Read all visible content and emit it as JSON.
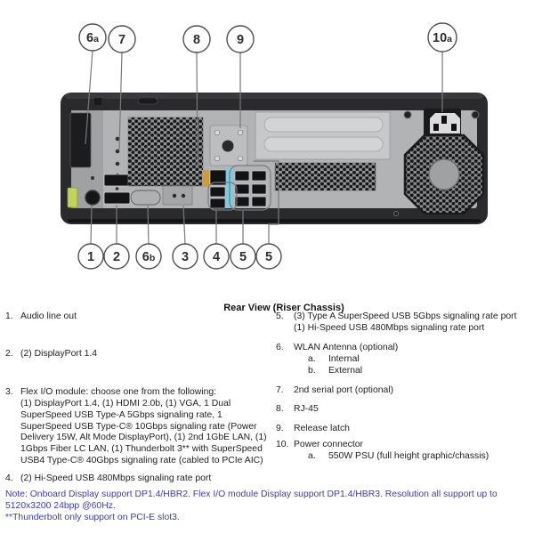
{
  "figure": {
    "description": "rear-chassis-photo",
    "colors": {
      "chassis_dark": "#2a2a2c",
      "panel_gray": "#b1b3b5",
      "usb_blue": "#79cde4",
      "serial_orange": "#d09a40",
      "audio_green": "#c3d25e",
      "note_blue": "#3b3cbe"
    },
    "callouts": [
      {
        "num": "6",
        "suffix": "a"
      },
      {
        "num": "7"
      },
      {
        "num": "8"
      },
      {
        "num": "9"
      },
      {
        "num": "10",
        "suffix": "a"
      },
      {
        "num": "1"
      },
      {
        "num": "2"
      },
      {
        "num": "6",
        "suffix": "b"
      },
      {
        "num": "3"
      },
      {
        "num": "4"
      },
      {
        "num": "5"
      },
      {
        "num": "5"
      }
    ]
  },
  "legend": {
    "title": "Rear View (Riser Chassis)",
    "left_items": [
      {
        "num": "1.",
        "text": "Audio line out"
      },
      {
        "num": "2.",
        "text": "(2) DisplayPort 1.4"
      },
      {
        "num": "3.",
        "text": "Flex I/O module: choose one from the following:\n(1) DisplayPort 1.4, (1) HDMI 2.0b, (1) VGA, 1 Dual\nSuperSpeed USB Type-A 5Gbps signaling rate, 1\nSuperSpeed USB Type-C® 10Gbps signaling rate (Power\nDelivery 15W, Alt Mode DisplayPort), (1) 2nd 1GbE LAN, (1)\n1Gbps Fiber LC LAN, (1) Thunderbolt 3** with SuperSpeed\nUSB4 Type-C® 40Gbps signaling rate (cabled to PCIe AIC)"
      },
      {
        "num": "4.",
        "text": "(2) Hi-Speed USB 480Mbps signaling rate port"
      }
    ],
    "right_items": [
      {
        "num": "5.",
        "text": "(3) Type A SuperSpeed USB 5Gbps signaling rate port\n(1) Hi-Speed USB 480Mbps signaling rate port"
      },
      {
        "num": "6.",
        "text": "WLAN Antenna (optional)",
        "subs": [
          {
            "letter": "a.",
            "text": "Internal"
          },
          {
            "letter": "b.",
            "text": "External"
          }
        ]
      },
      {
        "num": "7.",
        "text": "2nd serial port (optional)"
      },
      {
        "num": "8.",
        "text": "RJ-45"
      },
      {
        "num": "9.",
        "text": "Release latch"
      },
      {
        "num": "10.",
        "text": "Power connector",
        "subs": [
          {
            "letter": "a.",
            "text": "550W PSU (full height graphic/chassis)"
          }
        ]
      }
    ],
    "note_lines": [
      "Note: Onboard Display support DP1.4/HBR2. Flex I/O module Display support DP1.4/HBR3. Resolution all support up to\n5120x3200 24bpp @60Hz.",
      "**Thunderbolt only support on PCI-E slot3."
    ]
  }
}
